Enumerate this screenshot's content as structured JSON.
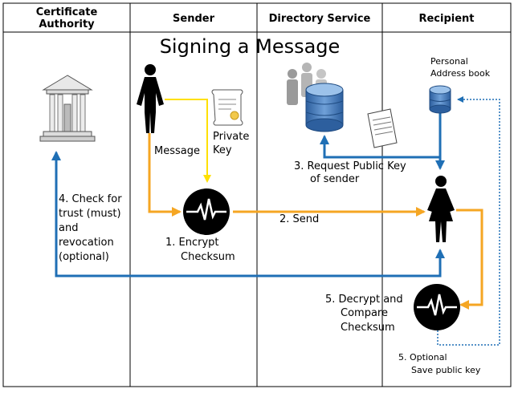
{
  "columns": [
    {
      "line1": "Certificate",
      "line2": "Authority"
    },
    {
      "line1": "Sender"
    },
    {
      "line1": "Directory Service"
    },
    {
      "line1": "Recipient"
    }
  ],
  "title": "Signing a Message",
  "labels": {
    "message": "Message",
    "private_key": [
      "Private",
      "Key"
    ],
    "personal_address_book": [
      "Personal",
      "Address book"
    ],
    "request_public_key": [
      "3. Request Public Key",
      "of sender"
    ],
    "encrypt_checksum": [
      "1. Encrypt",
      "Checksum"
    ],
    "send": "2. Send",
    "check_trust": [
      "4. Check for",
      "trust (must)",
      "and",
      "revocation",
      "(optional)"
    ],
    "decrypt_compare": [
      "5. Decrypt and",
      "Compare",
      "Checksum"
    ],
    "save_public_key": [
      "5. Optional",
      "Save public key"
    ]
  },
  "colors": {
    "yellow": "#ffe000",
    "orange": "#f5a623",
    "blue": "#1f6fb5",
    "db_blue": "#3c78c0"
  },
  "icons": [
    "bank-icon",
    "male-person-icon",
    "certificate-scroll-icon",
    "database-icon",
    "people-group-icon",
    "document-icon",
    "female-person-icon",
    "heartbeat-checksum-icon"
  ]
}
